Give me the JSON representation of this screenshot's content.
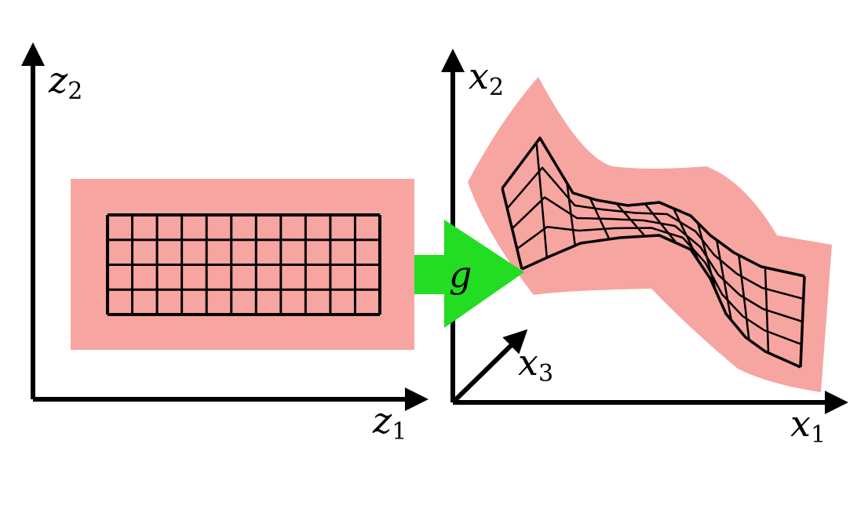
{
  "latent_space": {
    "axis_z1": {
      "base": "z",
      "sub": "1"
    },
    "axis_z2": {
      "base": "z",
      "sub": "2"
    }
  },
  "mapping": {
    "label": "g"
  },
  "data_space": {
    "axis_x1": {
      "base": "x",
      "sub": "1"
    },
    "axis_x2": {
      "base": "x",
      "sub": "2"
    },
    "axis_x3": {
      "base": "x",
      "sub": "3"
    }
  },
  "colors": {
    "region_fill": "#f7a5a1",
    "arrow_fill": "#22dd22",
    "axis": "#000000",
    "grid": "#000000"
  }
}
